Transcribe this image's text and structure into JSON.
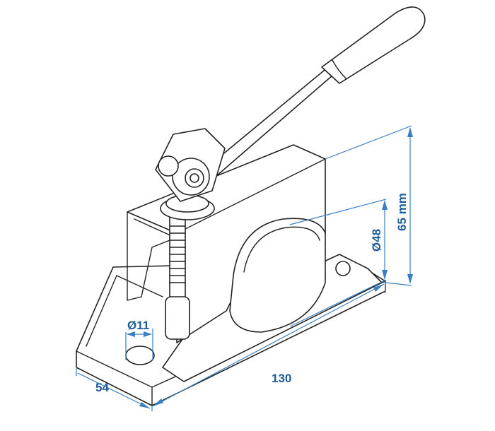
{
  "title": "Clamp technical drawing",
  "colors": {
    "dimension_line": "#3a7fc0",
    "dimension_text": "#1d5c9a",
    "outline": "#222222"
  },
  "dimensions": {
    "length": "130",
    "width": "54",
    "height": "65 mm",
    "tube_diameter": "Ø48",
    "hole_diameter": "Ø11"
  }
}
